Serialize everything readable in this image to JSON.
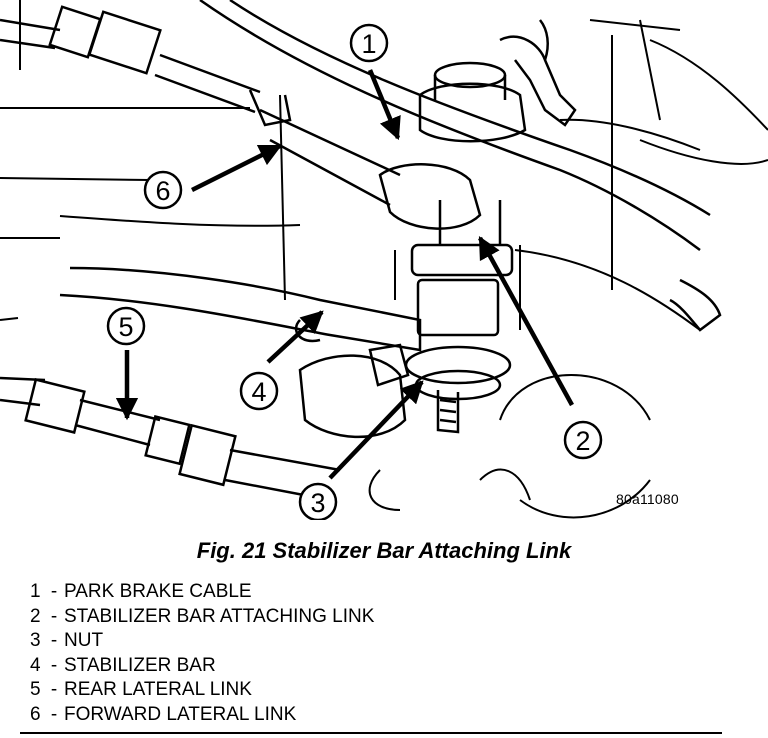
{
  "figure": {
    "ref_code": "80a11080",
    "callouts": [
      "1",
      "2",
      "3",
      "4",
      "5",
      "6"
    ]
  },
  "caption": "Fig. 21 Stabilizer Bar Attaching Link",
  "legend": [
    {
      "num": "1",
      "sep": "-",
      "label": "PARK BRAKE CABLE"
    },
    {
      "num": "2",
      "sep": "-",
      "label": "STABILIZER BAR ATTACHING LINK"
    },
    {
      "num": "3",
      "sep": "-",
      "label": "NUT"
    },
    {
      "num": "4",
      "sep": "-",
      "label": "STABILIZER BAR"
    },
    {
      "num": "5",
      "sep": "-",
      "label": "REAR LATERAL LINK"
    },
    {
      "num": "6",
      "sep": "-",
      "label": "FORWARD LATERAL LINK"
    }
  ]
}
